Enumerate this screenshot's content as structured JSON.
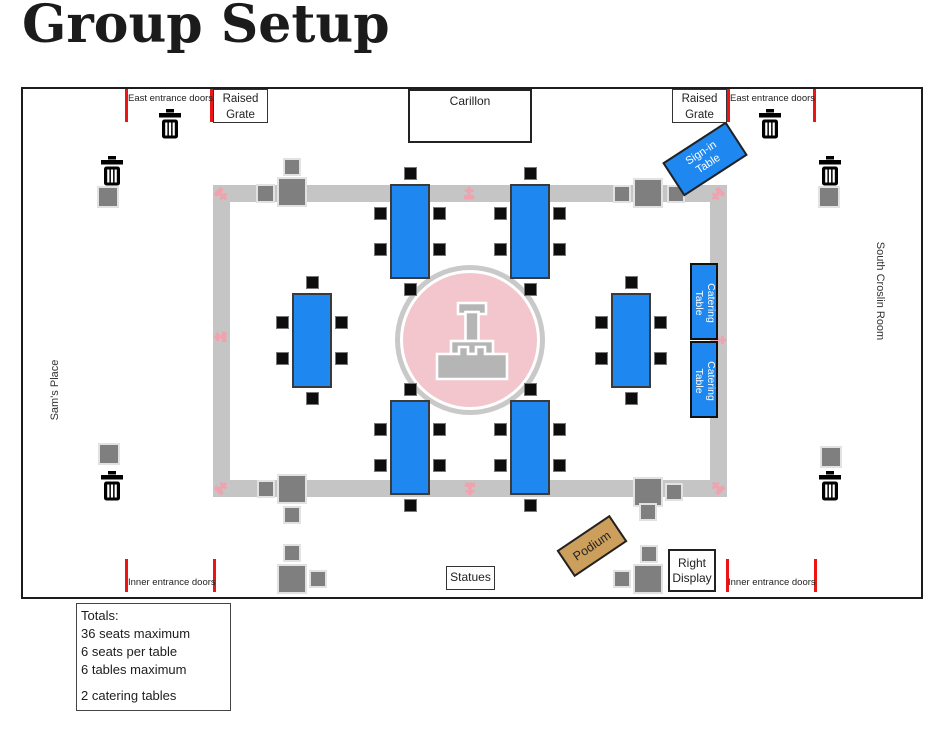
{
  "title": "Group Setup",
  "room": {
    "left_room_label": "Sam's Place",
    "right_room_label": "South Croslin Room"
  },
  "doors": {
    "east_entrance": "East entrance doors",
    "inner_entrance": "Inner entrance doors"
  },
  "fixtures": {
    "raised_grate": "Raised Grate",
    "carillon": "Carillon",
    "sign_in_table": "Sign-in Table",
    "catering_table": "Catering Table",
    "podium": "Podium",
    "statues": "Statues",
    "right_display": "Right Display"
  },
  "totals": {
    "heading": "Totals:",
    "lines": [
      "36 seats maximum",
      "6 seats per table",
      "6 tables maximum"
    ],
    "catering_line": "2 catering tables"
  },
  "icons": {
    "trash": "trash-can-icon",
    "statue_marker": "pink-statue-marker-icon",
    "monument": "monument-icon"
  },
  "colors": {
    "table_blue": "#1e87f0",
    "door_red": "#ee1414",
    "walkway_gray": "#c5c5c5",
    "statue_gray": "#7f7f7f",
    "fountain_pink": "#f2c6cc",
    "marker_pink": "#f0a2ae",
    "monument_gray": "#b5b5b5",
    "podium_tan": "#cd9f5d",
    "seat_black": "#0d0d0d"
  }
}
